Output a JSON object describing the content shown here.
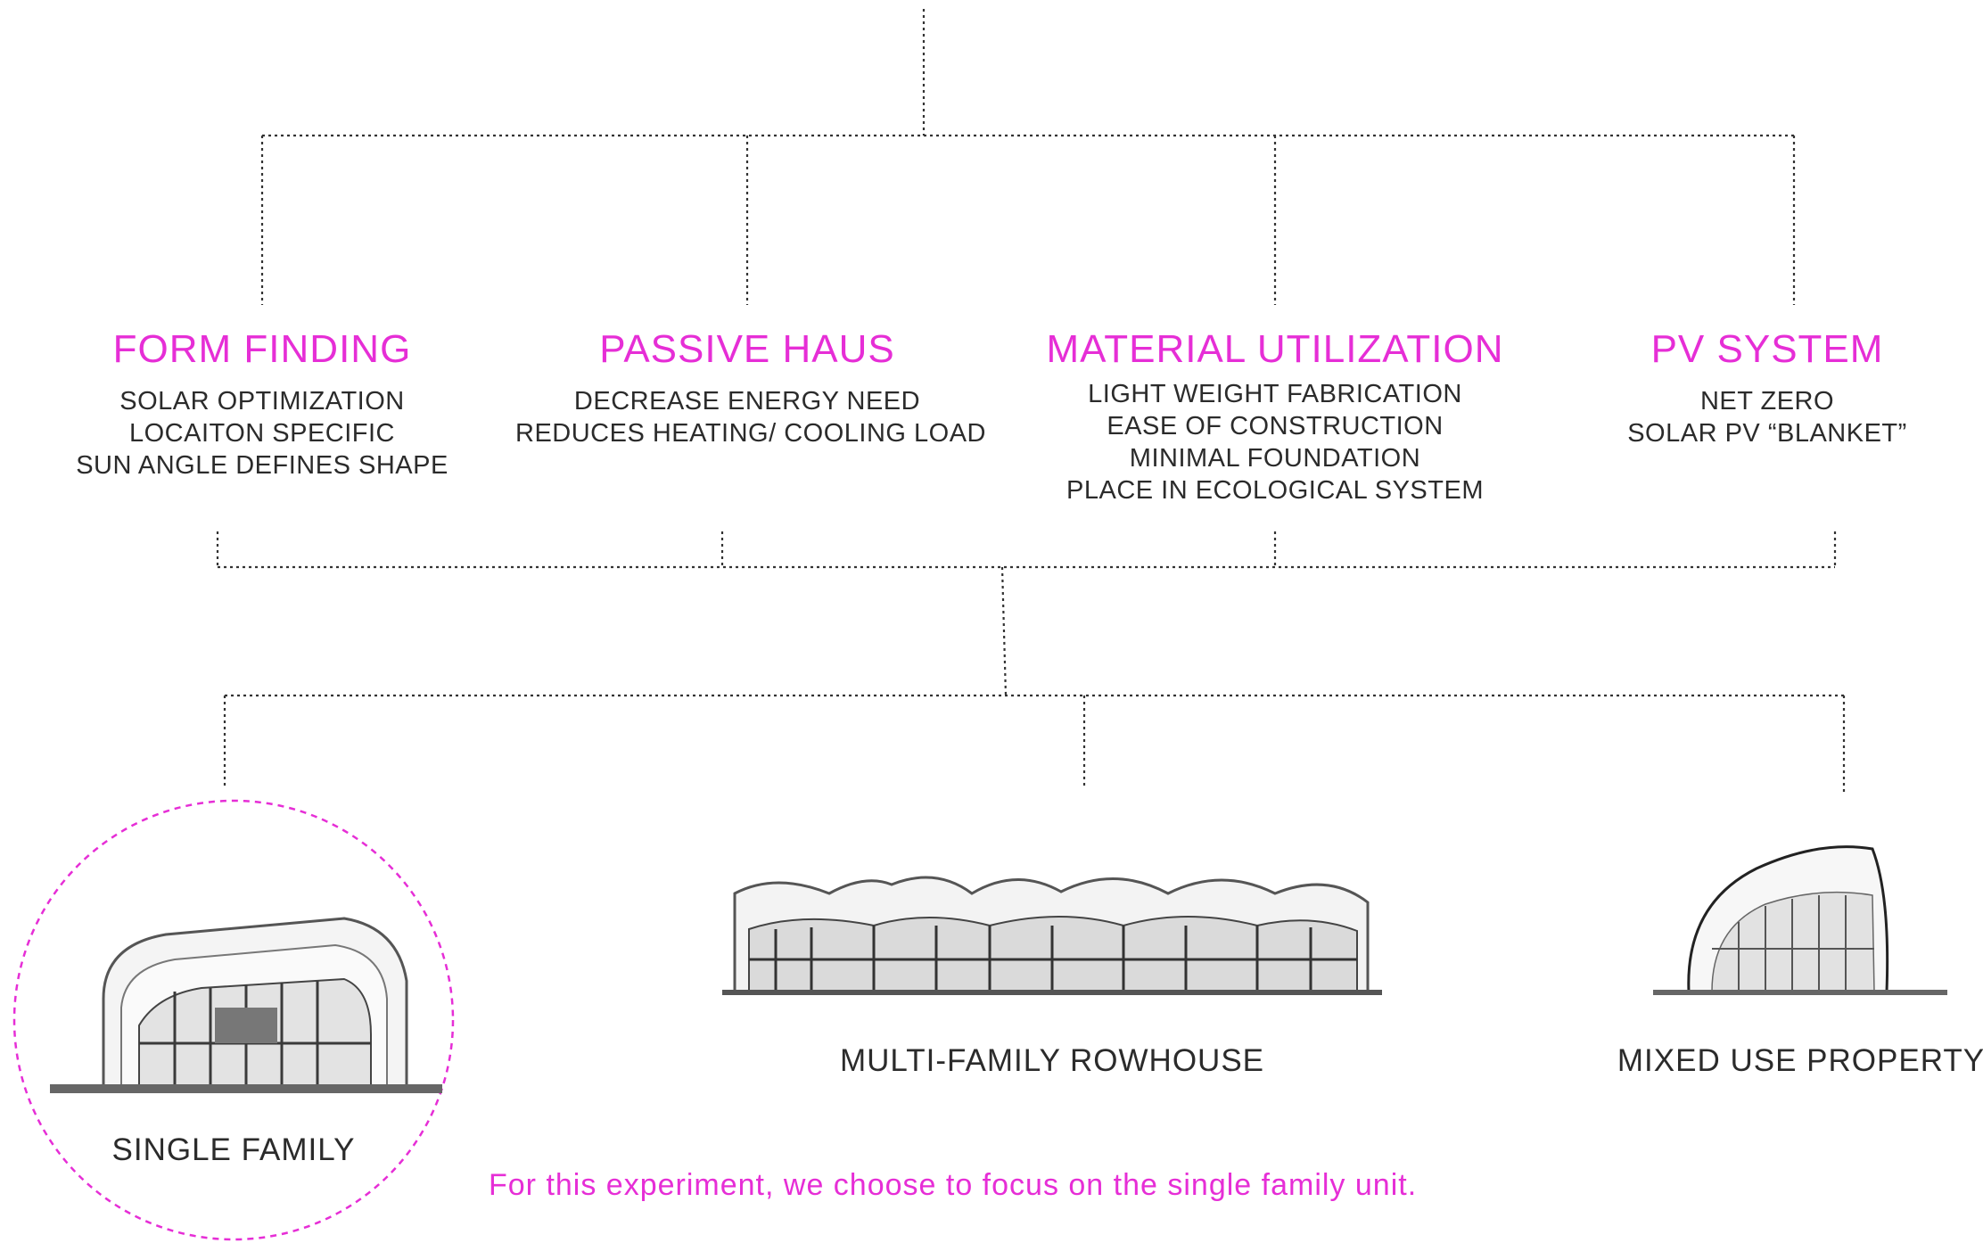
{
  "categories": [
    {
      "title": "FORM FINDING",
      "items": [
        "SOLAR OPTIMIZATION",
        "LOCAITON SPECIFIC",
        "SUN ANGLE DEFINES SHAPE"
      ]
    },
    {
      "title": "PASSIVE HAUS",
      "items": [
        "DECREASE ENERGY NEED",
        "REDUCES HEATING/ COOLING LOAD"
      ]
    },
    {
      "title": "MATERIAL UTILIZATION",
      "items": [
        "LIGHT WEIGHT FABRICATION",
        "EASE OF CONSTRUCTION",
        "MINIMAL FOUNDATION",
        "PLACE IN ECOLOGICAL SYSTEM"
      ]
    },
    {
      "title": "PV SYSTEM",
      "items": [
        "NET ZERO",
        "SOLAR PV “BLANKET”"
      ]
    }
  ],
  "building_types": [
    {
      "label": "SINGLE FAMILY",
      "highlighted": true
    },
    {
      "label": "MULTI-FAMILY ROWHOUSE",
      "highlighted": false
    },
    {
      "label": "MIXED USE PROPERTY",
      "highlighted": false
    }
  ],
  "footnote": "For this experiment, we choose to focus on the single family unit.",
  "colors": {
    "accent": "#e62ed6",
    "text": "#2b2b2b",
    "line": "#333333"
  }
}
